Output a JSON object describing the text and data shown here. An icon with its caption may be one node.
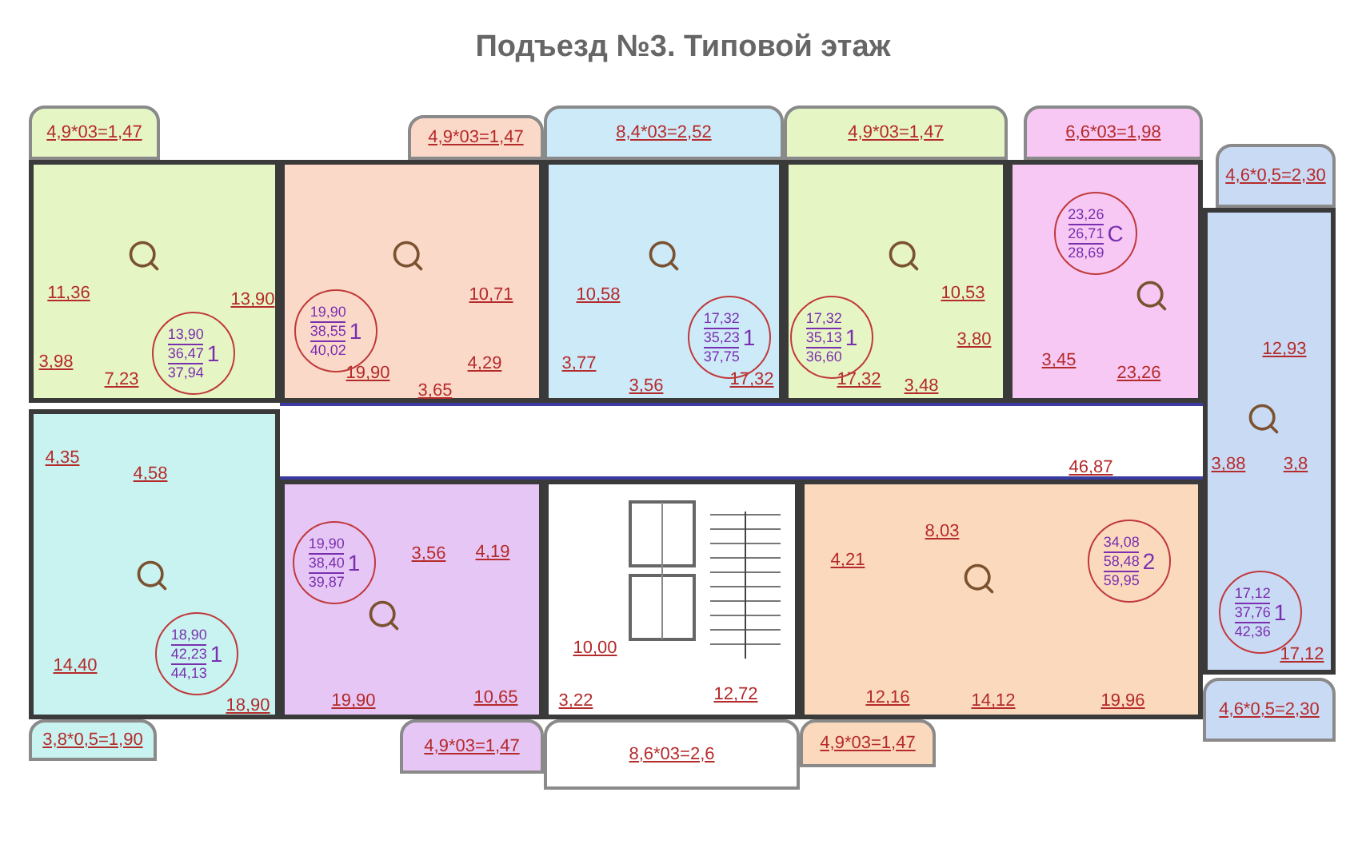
{
  "diagram": {
    "title": "Подъезд №3. Типовой этаж",
    "nodes": [
      {
        "text": [
          "4,9*03=1,47"
        ]
      },
      {
        "text": [
          "4,9*03=1,47"
        ]
      },
      {
        "text": [
          "8,4*03=2,52"
        ]
      },
      {
        "text": [
          "4,9*03=1,47"
        ]
      },
      {
        "text": [
          "6,6*03=1,98"
        ]
      },
      {
        "text": [
          "4,6*0,5=2,30"
        ]
      },
      {
        "text": [
          "11,36",
          "13,90",
          "3,98",
          "7,23"
        ]
      },
      {
        "text": [
          "13,90",
          "36,47",
          "37,94",
          "1"
        ],
        "in": 6
      },
      {
        "text": [
          "10,71",
          "4,29",
          "19,90",
          "3,65"
        ]
      },
      {
        "text": [
          "19,90",
          "38,55",
          "40,02",
          "1"
        ],
        "in": 8
      },
      {
        "text": [
          "10,58",
          "3,77",
          "3,56",
          "17,32"
        ]
      },
      {
        "text": [
          "17,32",
          "35,23",
          "37,75",
          "1"
        ],
        "in": 10
      },
      {
        "text": [
          "10,53",
          "3,80",
          "17,32",
          "3,48"
        ]
      },
      {
        "text": [
          "17,32",
          "35,13",
          "36,60",
          "1"
        ],
        "in": 12
      },
      {
        "text": [
          "3,45",
          "23,26"
        ]
      },
      {
        "text": [
          "23,26",
          "26,71",
          "28,69",
          "С"
        ],
        "in": 14
      },
      {
        "text": [
          "12,93",
          "3,88",
          "3,8",
          "17,12"
        ]
      },
      {
        "text": [
          "17,12",
          "37,76",
          "42,36",
          "1"
        ],
        "in": 16
      },
      {
        "text": [
          "4,35",
          "4,58",
          "14,40",
          "18,90"
        ]
      },
      {
        "text": [
          "18,90",
          "42,23",
          "44,13",
          "1"
        ],
        "in": 18
      },
      {
        "text": [
          "3,56",
          "4,19",
          "19,90",
          "10,65"
        ]
      },
      {
        "text": [
          "19,90",
          "38,40",
          "39,87",
          "1"
        ],
        "in": 20
      },
      {
        "text": [
          "10,00",
          "3,22",
          "12,72"
        ]
      },
      {
        "text": [
          "4,21",
          "8,03",
          "12,16",
          "14,12",
          "19,96"
        ]
      },
      {
        "text": [
          "34,08",
          "58,48",
          "59,95",
          "2"
        ],
        "in": 23
      },
      {
        "text": [
          "3,8*0,5=1,90"
        ]
      },
      {
        "text": [
          "4,9*03=1,47"
        ]
      },
      {
        "text": [
          "8,6*03=2,6"
        ]
      },
      {
        "text": [
          "4,9*03=1,47"
        ]
      },
      {
        "text": [
          "4,6*0,5=2,30"
        ]
      }
    ],
    "labels": [
      "46,87"
    ]
  }
}
